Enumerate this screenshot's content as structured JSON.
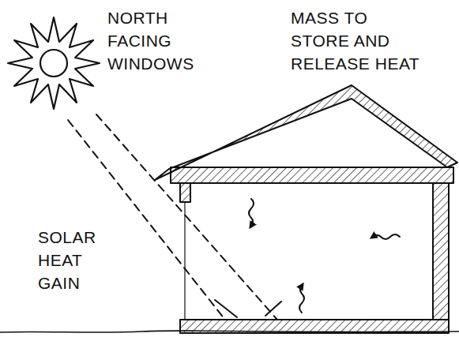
{
  "diagram": {
    "labels": [
      "NORTH FACING WINDOWS",
      "MASS TO STORE AND RELEASE HEAT",
      "SOLAR HEAT GAIN"
    ]
  }
}
